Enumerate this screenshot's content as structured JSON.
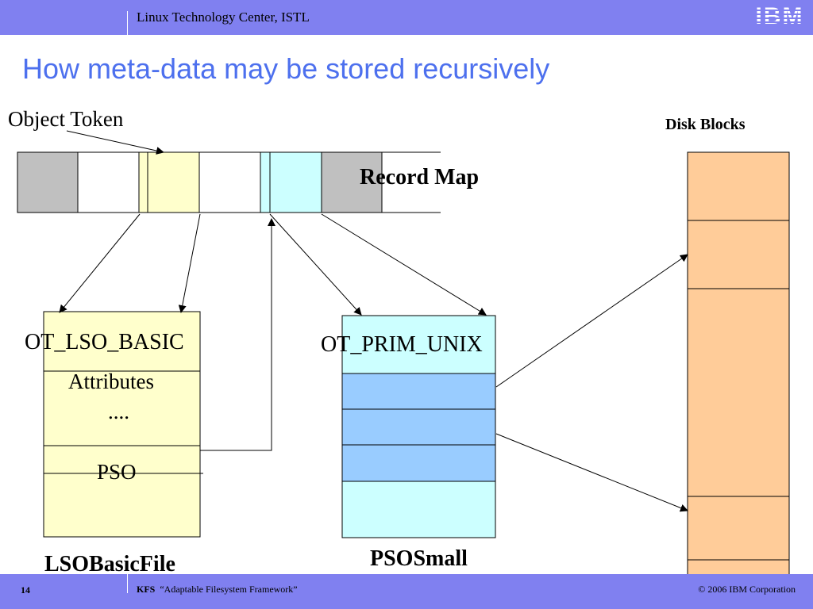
{
  "header": {
    "org": "Linux Technology Center, ISTL",
    "logo_text": "IBM"
  },
  "slide": {
    "title": "How meta-data may be stored recursively"
  },
  "diagram": {
    "object_token": "Object Token",
    "record_map": "Record Map",
    "disk_blocks": "Disk Blocks",
    "lso_basic_type": "OT_LSO_BASIC",
    "lso_attributes": "Attributes",
    "lso_ellipsis": "....",
    "lso_pso": "PSO",
    "lso_file_label": "LSOBasicFile",
    "prim_unix_type": "OT_PRIM_UNIX",
    "pso_small_label": "PSOSmall"
  },
  "colors": {
    "header_bar": "#8080f0",
    "title": "#4d70ee",
    "gray_cell": "#c0c0c0",
    "yellow_fill": "#ffffcc",
    "cyan_fill": "#ccffff",
    "blue_block": "#99ccff",
    "disk_fill": "#ffcc99"
  },
  "footer": {
    "page_number": "14",
    "project": "KFS",
    "project_desc": "“Adaptable Filesystem Framework”",
    "copyright": "© 2006 IBM Corporation"
  }
}
